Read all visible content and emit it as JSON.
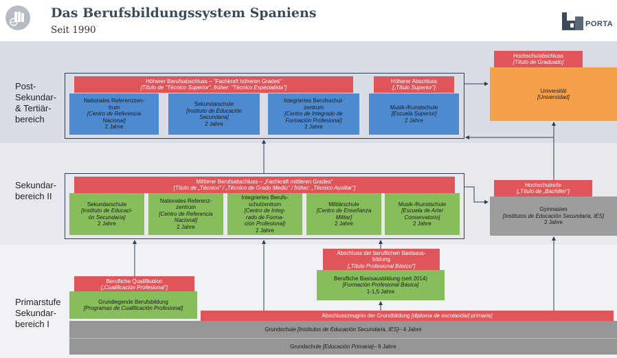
{
  "header": {
    "title": "Das Berufsbildungssystem Spaniens",
    "subtitle": "Seit 1990",
    "logo_text": "PORTA"
  },
  "bands": {
    "post": [
      "Post-",
      "Sekundar-",
      "& Tertiär-",
      "bereich"
    ],
    "sek2": [
      "Sekundar-",
      "bereich II"
    ],
    "prim": [
      "Primarstufe",
      "Sekundar-",
      "bereich I"
    ]
  },
  "post": {
    "banner_main": [
      "Höherer Berufsabschluss – \"Fachkraft höheren Grades\"",
      "[Título de \"Técnico Superior\", früher: \"Técnico Especialista\"]"
    ],
    "banner_music": [
      "Höherer Abschluss",
      "[„Título Superior\"]"
    ],
    "boxes": [
      {
        "name": "Nationales Referenzzen-",
        "name2": "trum",
        "it1": "[Centro de Referencia",
        "it2": "Nacional]",
        "dur": "2 Jahre"
      },
      {
        "name": "Sekundarschule",
        "it1": "[Instituto de Educación",
        "it2": "Secundaria]",
        "dur": "2 Jahre"
      },
      {
        "name": "Integriertes Berufsschul-",
        "name2": "zentrum",
        "it1": "[Centro de Integrado de",
        "it2": "Formación Profesional]",
        "dur": "2 Jahre"
      },
      {
        "name": "Musik-/Kunstschule",
        "it1": "[Escuela Superior]",
        "dur": "2 Jahre"
      }
    ]
  },
  "uni": {
    "banner": [
      "Hochschulabschluss",
      "[Título de Graduado]"
    ],
    "name": "Universität",
    "it": "[Universidad]"
  },
  "sek2": {
    "banner": [
      "Mittlerer Berufsabschluss – „Fachkraft mittleren Grades\"",
      "[Título de „Técnico\" / „Técnico de Grado Medio\" / früher: „Técnico Auxiliar\"]"
    ],
    "boxes": [
      {
        "l1": "Sekundarschule",
        "i1": "[Instituto de Educaci-",
        "i2": "ón Secundaria]",
        "dur": "2 Jahre"
      },
      {
        "l1": "Nationales Referenz-",
        "l2": "zentrum",
        "i1": "[Centro de Referencia",
        "i2": "Nacional]",
        "dur": "2 Jahre"
      },
      {
        "l1": "Integriertes Berufs-",
        "l2": "schulzentrum",
        "i1": "[Centro de Integ-",
        "i2": "rado de Forma-",
        "i3": "ción Profesional]",
        "dur": "2 Jahre"
      },
      {
        "l1": "Militärschule",
        "i1": "[Centro de Enseñanza",
        "i2": "Militar]",
        "dur": "2 Jahre"
      },
      {
        "l1": "Musik-/Kunstschule",
        "i1": "[Escuela de Arte/",
        "i2": "Conservatorio]",
        "dur": "2 Jahre"
      }
    ]
  },
  "gym": {
    "banner": [
      "Hochschulreife",
      "[„Título de „Bachiller\"]"
    ],
    "name": "Gymnasien",
    "it": "[Institutos de Educación Secundaria, IES]",
    "dur": "2 Jahre"
  },
  "prim": {
    "qual_banner": [
      "Berufliche Qualifikation",
      "[„Cualificación Profesional\"]"
    ],
    "qual_box": [
      "Grundlegende Berufsbildung",
      "[Programas de Cualificación Profesional]"
    ],
    "basis_banner": [
      "Abschluss der beruflichen Basisaus-",
      "bildung",
      "[„Título Profesional Básico\"]"
    ],
    "basis_box": [
      "Berufliche Basisausbildung (seit 2014)",
      "[Formación Profesional Básica]",
      "1-1,5 Jahre"
    ],
    "abschluss": {
      "text": "Abschlusszeugnis der Grundbildung",
      "it": "[diploma de escolaridad primaria]"
    },
    "grund4": {
      "text": "Grundschule",
      "it": "[Institutos de Educación Secundaria, IES]",
      "dur": " – 4 Jahre"
    },
    "grund6": {
      "text": "Grundschule",
      "it": "[Educación Primaria]",
      "dur": " – 6 Jahre"
    }
  },
  "colors": {
    "red": "#e05559",
    "blue": "#4d8ad0",
    "green": "#87bd5a",
    "orange": "#f5a04a",
    "gray": "#9d9d9d",
    "title": "#3c4b5c"
  },
  "icons": [
    "books-globe-icon",
    "bq-logo-icon"
  ]
}
